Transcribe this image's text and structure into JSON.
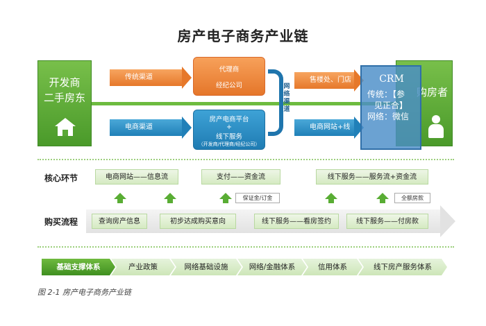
{
  "title": "房产电子商务产业链",
  "left_box": {
    "line1": "开发商",
    "line2": "二手房东"
  },
  "right_box": {
    "label": "购房者"
  },
  "top_row": {
    "left_arrow": "传统渠道",
    "middle_box": {
      "line1": "代理商",
      "line2": "经纪公司"
    },
    "right_arrow": "售楼处、门店"
  },
  "bottom_row": {
    "left_arrow": "电商渠道",
    "middle_box": {
      "line1": "房产电商平台",
      "line2": "+",
      "line3": "线下服务",
      "line4": "（开发商/代理商/经纪公司）"
    },
    "right_arrow": "电商网站+线下服务"
  },
  "bracket_label": "网络渠道",
  "crm_overlay": {
    "title": "CRM",
    "line1": "传统：【参",
    "line2": "见正合】",
    "line3": "网络：微信"
  },
  "core_section": {
    "label": "核心环节",
    "items": [
      "电商网站——信息流",
      "支付——资金流",
      "线下服务——服务流+资金流"
    ],
    "notes": [
      "保证金/订金",
      "全额房款"
    ]
  },
  "process_section": {
    "label": "购买流程",
    "steps": [
      "查询房产信息",
      "初步达成购买意向",
      "线下服务——看房签约",
      "线下服务——付房款"
    ]
  },
  "support_row": {
    "head": "基础支撑体系",
    "items": [
      "产业政策",
      "网络基础设施",
      "网络/金融体系",
      "信用体系",
      "线下房产服务体系"
    ]
  },
  "caption": "图 2-1  房产电子商务产业链",
  "colors": {
    "green": "#59ad34",
    "orange": "#e6782a",
    "blue": "#2080b8",
    "crm": "#4a8ec8"
  }
}
